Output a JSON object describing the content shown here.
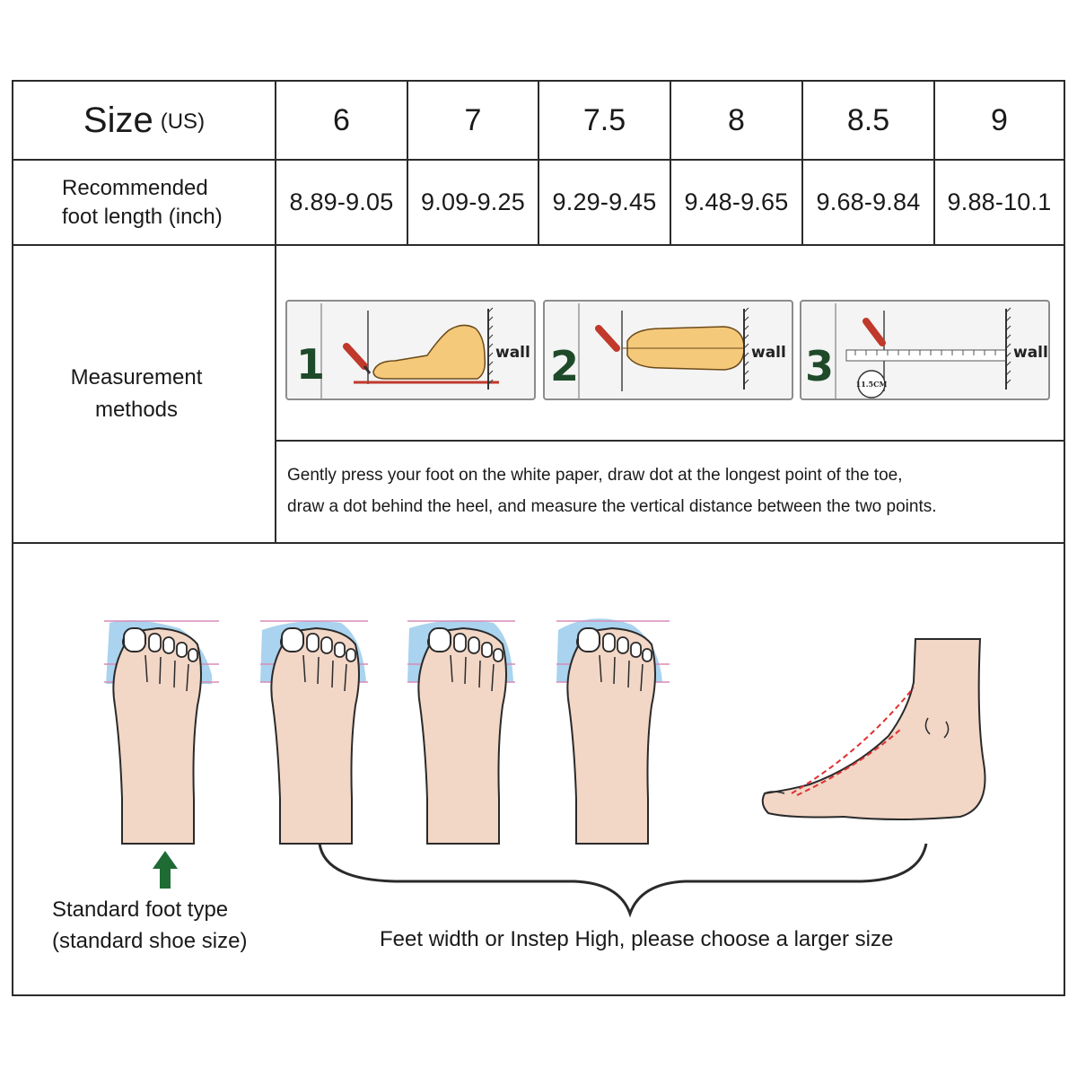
{
  "size_row": {
    "label": "Size",
    "unit": "(US)",
    "sizes": [
      "6",
      "7",
      "7.5",
      "8",
      "8.5",
      "9"
    ]
  },
  "length_row": {
    "label_line1": "Recommended",
    "label_line2": "foot length  (inch)",
    "lengths": [
      "8.89-9.05",
      "9.09-9.25",
      "9.29-9.45",
      "9.48-9.65",
      "9.68-9.84",
      "9.88-10.1"
    ]
  },
  "measurement": {
    "label_line1": "Measurement",
    "label_line2": "methods",
    "steps": [
      {
        "number": "1",
        "wall_label": "wall"
      },
      {
        "number": "2",
        "wall_label": "wall"
      },
      {
        "number": "3",
        "wall_label": "wall",
        "ruler_badge": "11.5CM"
      }
    ],
    "instruction_line1": "Gently press your foot on the white paper, draw dot at the longest point of the toe,",
    "instruction_line2": "draw a dot behind the heel, and measure the vertical distance between the two points."
  },
  "foot_types": {
    "standard_line1": "Standard foot type",
    "standard_line2": "(standard shoe size)",
    "wide_caption": "Feet width or Instep High, please choose a larger size"
  },
  "colors": {
    "border": "#2b2b2b",
    "skin": "#f2d6c6",
    "skin_outline": "#2a2a2a",
    "foot_highlight": "#a9d3ee",
    "guide_line": "#d98bb5",
    "arrow": "#1f6b34",
    "dashed_line": "#e03030",
    "sketch_foot": "#f5c97a"
  }
}
